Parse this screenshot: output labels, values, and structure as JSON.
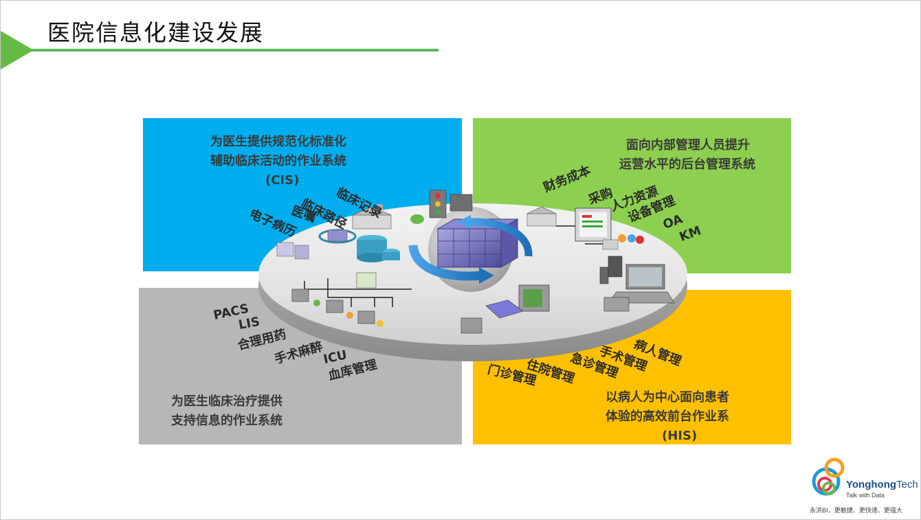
{
  "title": "医院信息化建设发展",
  "colors": {
    "cis": "#00aeef",
    "backoffice": "#8dcf4e",
    "clinical": "#b7b7b7",
    "his": "#ffc000",
    "accent_line": "#5cb85c"
  },
  "quadrants": {
    "cis": {
      "lines": [
        "为医生提供规范化标准化",
        "辅助临床活动的作业系统",
        "(CIS)"
      ]
    },
    "backoffice": {
      "lines": [
        "面向内部管理人员提升",
        "运营水平的后台管理系统"
      ]
    },
    "clinical": {
      "lines": [
        "为医生临床治疗提供",
        "支持信息的作业系统"
      ]
    },
    "his": {
      "lines": [
        "以病人为中心面向患者",
        "体验的高效前台作业系",
        "(HIS)"
      ]
    }
  },
  "labels": {
    "cis_items": [
      "临床记录",
      "临床路径",
      "医嘱",
      "电子病历"
    ],
    "back_items": [
      "财务成本",
      "采购",
      "人力资源",
      "设备管理",
      "OA",
      "KM"
    ],
    "clinical_items": [
      "PACS",
      "LIS",
      "合理用药",
      "手术麻醉",
      "ICU",
      "血库管理"
    ],
    "his_items": [
      "病人管理",
      "手术管理",
      "急诊管理",
      "住院管理",
      "门诊管理"
    ]
  },
  "icons": [
    "server-cube-icon",
    "refresh-arrow-icon",
    "database-icon",
    "computer-icon",
    "laptop-icon",
    "phone-icon",
    "traffic-light-icon",
    "factory-icon",
    "monitor-screen-icon",
    "people-icon"
  ],
  "logo": {
    "name_a": "Yonghong",
    "name_b": "Tech",
    "tagline": "Talk with Data",
    "slogan": "永洪BI，更敏捷、更快速、更强大"
  }
}
